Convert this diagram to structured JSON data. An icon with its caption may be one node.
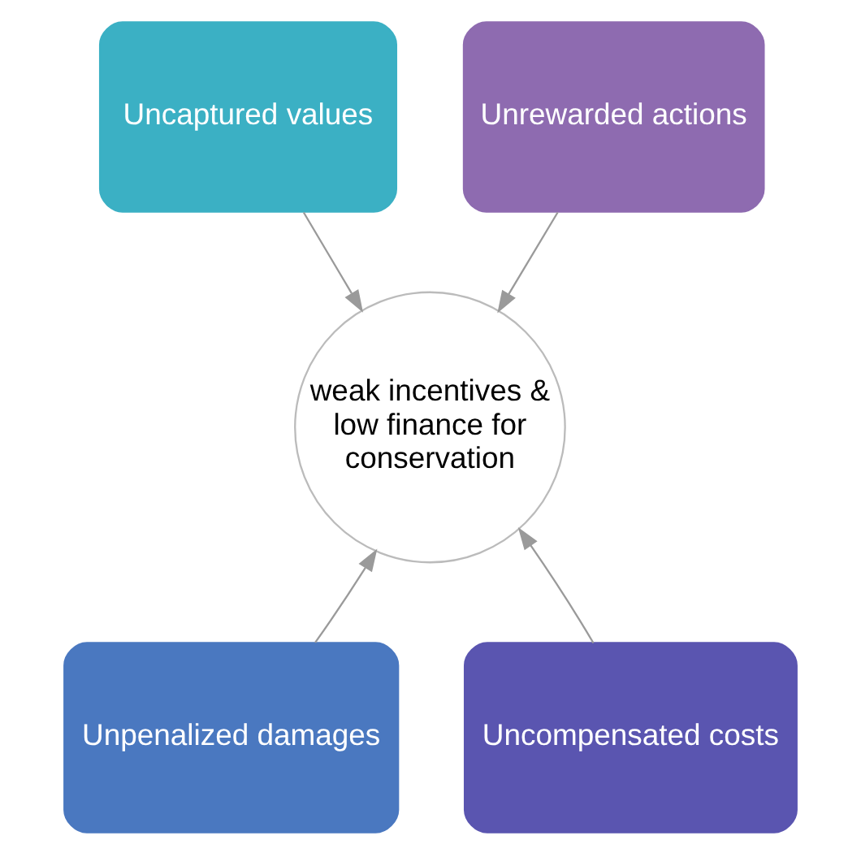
{
  "diagram": {
    "nodes": [
      {
        "text": [
          "Uncaptured values"
        ]
      },
      {
        "text": [
          "Unrewarded actions"
        ]
      },
      {
        "text": [
          "weak incentives & low finance for conservation"
        ]
      },
      {
        "text": [
          "Unpenalized damages"
        ]
      },
      {
        "text": [
          "Uncompensated costs"
        ]
      }
    ],
    "edges": [
      {
        "from": 0,
        "to": 2,
        "arrow": "to"
      },
      {
        "from": 1,
        "to": 2,
        "arrow": "to"
      },
      {
        "from": 3,
        "to": 2,
        "arrow": "to"
      },
      {
        "from": 4,
        "to": 2,
        "arrow": "to"
      }
    ]
  }
}
